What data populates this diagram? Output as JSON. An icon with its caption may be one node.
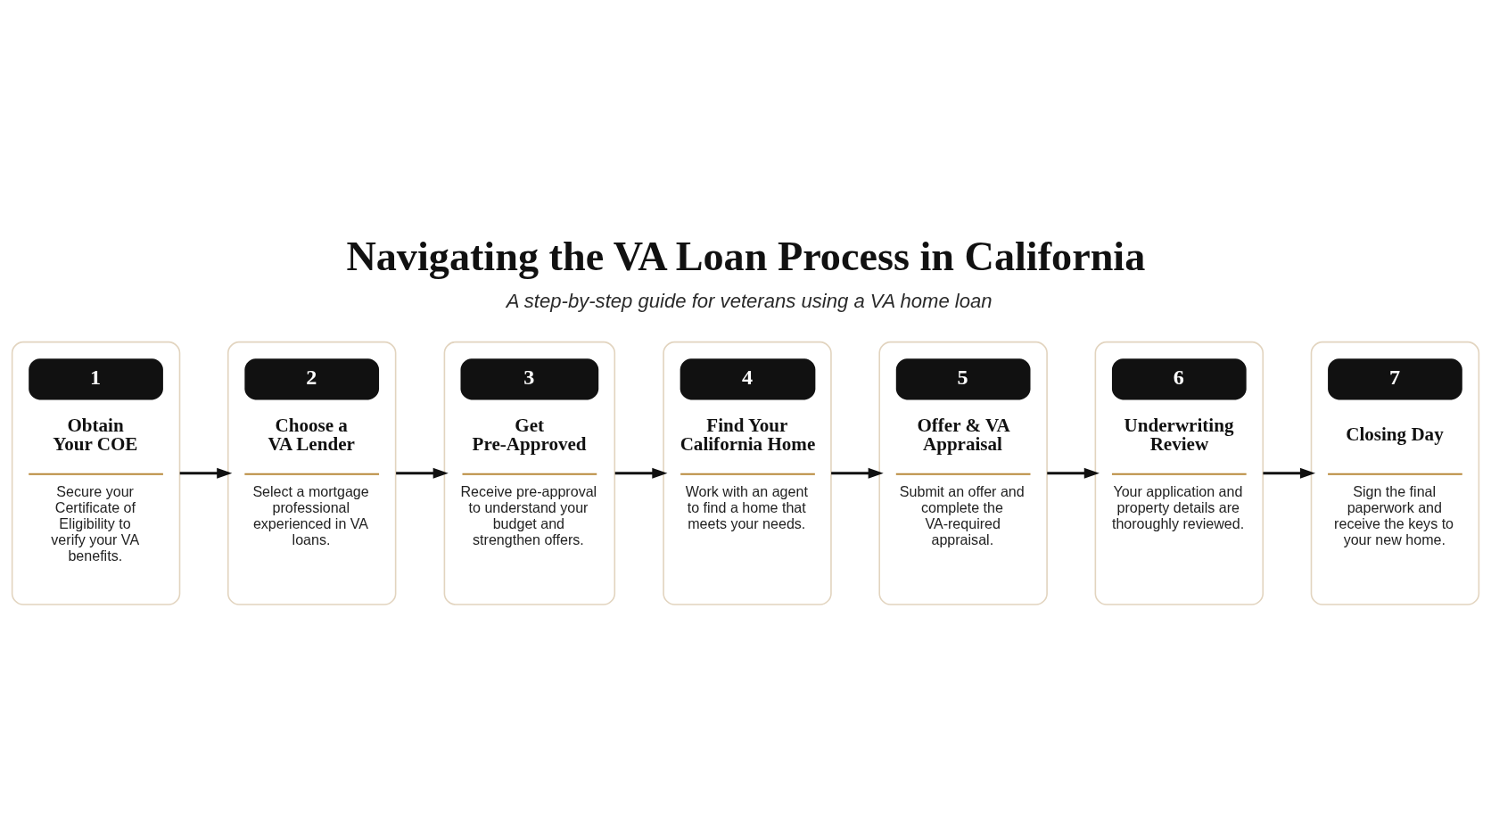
{
  "diagram": {
    "title": "Navigating the VA Loan Process in California",
    "nodes": [
      {
        "text": [
          "1",
          "Obtain Your COE",
          "Secure your Certificate of Eligibility to verify your VA benefits."
        ]
      },
      {
        "text": [
          "2",
          "Choose a VA Lender",
          "Select a mortgage professional experienced in VA loans."
        ]
      },
      {
        "text": [
          "3",
          "Get Pre-Approved",
          "Receive pre-approval to understand your budget and strengthen offers."
        ]
      },
      {
        "text": [
          "4",
          "Find Your California Home",
          "Work with an agent to find a home that meets your needs."
        ]
      },
      {
        "text": [
          "5",
          "Offer & VA Appraisal",
          "Submit an offer and complete the VA-required appraisal."
        ]
      },
      {
        "text": [
          "6",
          "Underwriting Review",
          "Your application and property details are thoroughly reviewed."
        ]
      },
      {
        "text": [
          "7",
          "Closing Day",
          "Sign the final paperwork and receive the keys to your new home."
        ]
      }
    ],
    "edges": [
      {
        "from": 0,
        "to": 1,
        "arrow": "to"
      },
      {
        "from": 1,
        "to": 2,
        "arrow": "to"
      },
      {
        "from": 2,
        "to": 3,
        "arrow": "to"
      },
      {
        "from": 3,
        "to": 4,
        "arrow": "to"
      },
      {
        "from": 4,
        "to": 5,
        "arrow": "to"
      },
      {
        "from": 5,
        "to": 6,
        "arrow": "to"
      }
    ],
    "labels": [
      "A step-by-step guide for veterans using a VA home loan"
    ]
  }
}
